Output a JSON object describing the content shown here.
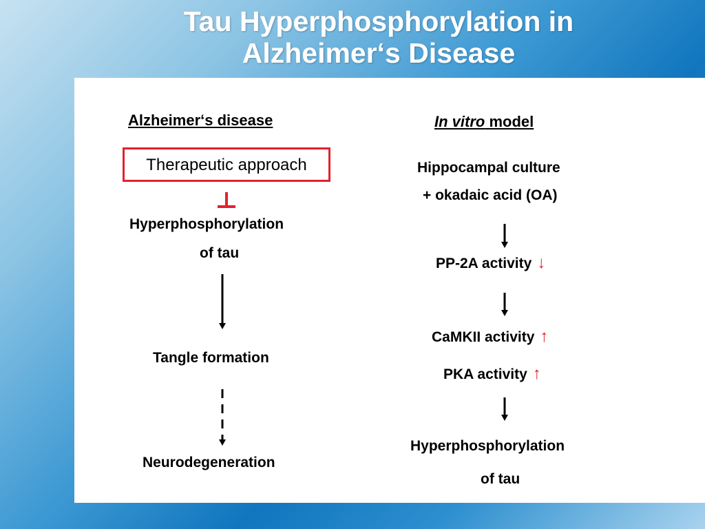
{
  "title": {
    "line1": "Tau Hyperphosphorylation in",
    "line2": "Alzheimer‘s Disease"
  },
  "left": {
    "header": "Alzheimer‘s disease",
    "therapy": "Therapeutic approach",
    "hyper_line1": "Hyperphosphorylation",
    "hyper_line2": "of tau",
    "tangle": "Tangle formation",
    "neuro": "Neurodegeneration"
  },
  "right": {
    "header_italic": "In vitro",
    "header_rest": "model",
    "culture_line1": "Hippocampal culture",
    "culture_line2": "+ okadaic acid (OA)",
    "pp2a": "PP-2A activity",
    "camkii": "CaMKII activity",
    "pka": "PKA activity",
    "hyper_line1": "Hyperphosphorylation",
    "hyper_line2": "of tau"
  },
  "colors": {
    "accent_red": "#e3202c",
    "title_bg": "#1176be"
  }
}
